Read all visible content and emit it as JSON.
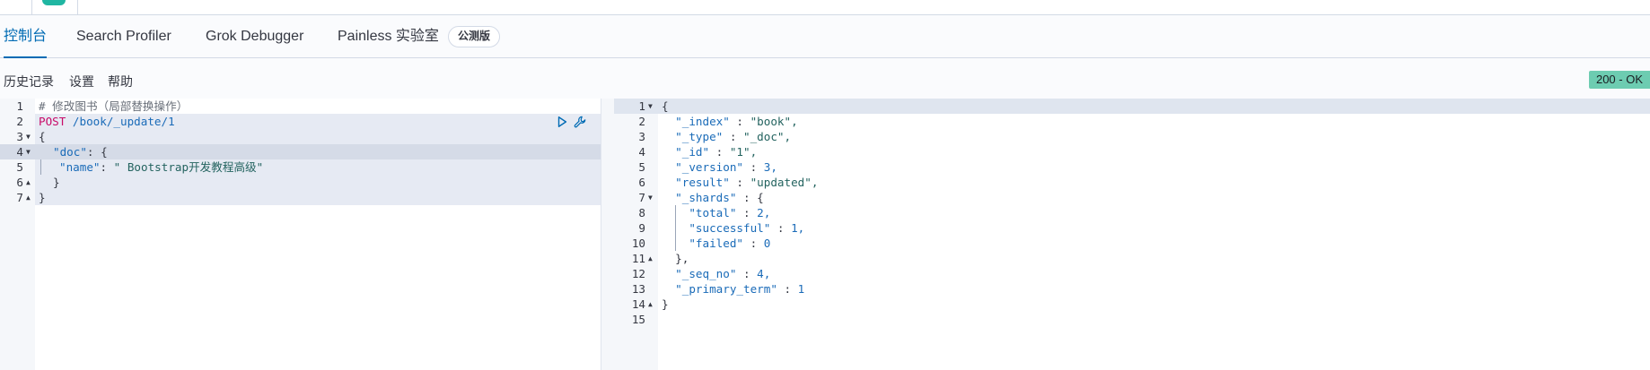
{
  "tabs": [
    {
      "label": "控制台"
    },
    {
      "label": "Search Profiler"
    },
    {
      "label": "Grok Debugger"
    },
    {
      "label": "Painless 实验室"
    }
  ],
  "tabs_badge": "公测版",
  "menu": {
    "history": "历史记录",
    "settings": "设置",
    "help": "帮助"
  },
  "status": "200 - OK",
  "request": {
    "line_numbers": [
      "1",
      "2",
      "3",
      "4",
      "5",
      "6",
      "7"
    ],
    "comment": "# 修改图书（局部替换操作）",
    "method": "POST",
    "url": " /book/_update/1",
    "l3": "{",
    "l4_key": "\"doc\"",
    "l4_rest": ": {",
    "l5_key": "\"name\"",
    "l5_colon": ": ",
    "l5_val": "\" Bootstrap开发教程高级\"",
    "l6": "}",
    "l7": "}"
  },
  "response": {
    "line_numbers": [
      "1",
      "2",
      "3",
      "4",
      "5",
      "6",
      "7",
      "8",
      "9",
      "10",
      "11",
      "12",
      "13",
      "14",
      "15"
    ],
    "lines": [
      {
        "indent": "",
        "key": "",
        "sep": "",
        "val": "{"
      },
      {
        "indent": "  ",
        "key": "\"_index\"",
        "sep": " : ",
        "val": "\"book\","
      },
      {
        "indent": "  ",
        "key": "\"_type\"",
        "sep": " : ",
        "val": "\"_doc\","
      },
      {
        "indent": "  ",
        "key": "\"_id\"",
        "sep": " : ",
        "val": "\"1\","
      },
      {
        "indent": "  ",
        "key": "\"_version\"",
        "sep": " : ",
        "val": "3,"
      },
      {
        "indent": "  ",
        "key": "\"result\"",
        "sep": " : ",
        "val": "\"updated\","
      },
      {
        "indent": "  ",
        "key": "\"_shards\"",
        "sep": " : ",
        "val": "{"
      },
      {
        "indent": "    ",
        "key": "\"total\"",
        "sep": " : ",
        "val": "2,"
      },
      {
        "indent": "    ",
        "key": "\"successful\"",
        "sep": " : ",
        "val": "1,"
      },
      {
        "indent": "    ",
        "key": "\"failed\"",
        "sep": " : ",
        "val": "0"
      },
      {
        "indent": "  ",
        "key": "",
        "sep": "",
        "val": "},"
      },
      {
        "indent": "  ",
        "key": "\"_seq_no\"",
        "sep": " : ",
        "val": "4,"
      },
      {
        "indent": "  ",
        "key": "\"_primary_term\"",
        "sep": " : ",
        "val": "1"
      },
      {
        "indent": "",
        "key": "",
        "sep": "",
        "val": "}"
      },
      {
        "indent": "",
        "key": "",
        "sep": "",
        "val": ""
      }
    ]
  },
  "colors": {
    "accent": "#006bb4",
    "status_bg": "#6dccb1",
    "method": "#c80a68",
    "key": "#1a6bb8",
    "app_icon": "#20b6a2"
  },
  "icons": [
    "play-icon",
    "wrench-icon",
    "fold-arrow-icon"
  ]
}
